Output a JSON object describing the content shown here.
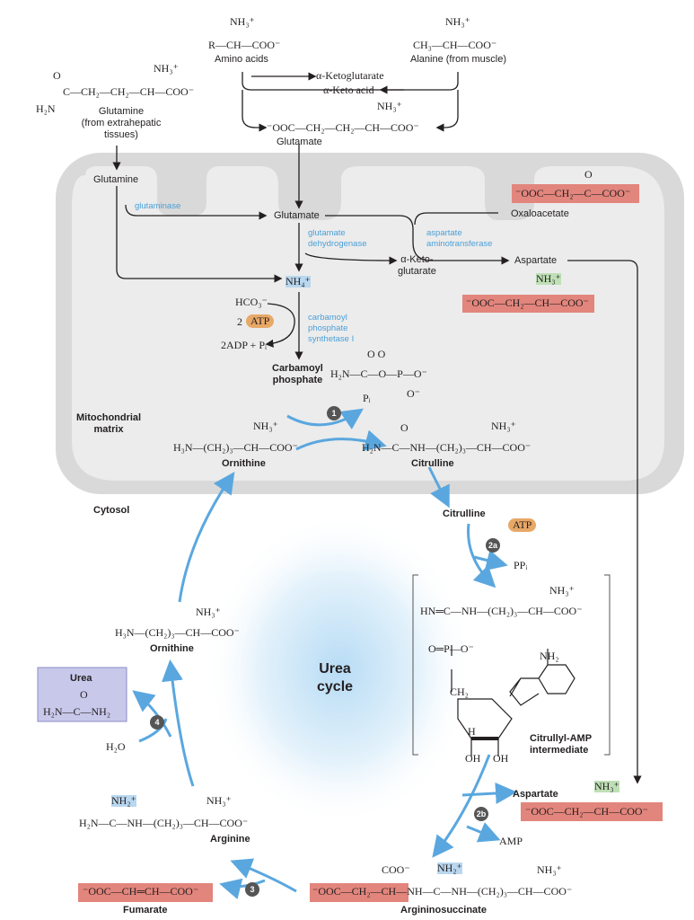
{
  "top": {
    "amino_acids_struct": "R—CH—COO⁻",
    "amino_acids_nh3": "NH₃⁺",
    "amino_acids_label": "Amino acids",
    "alanine_struct": "CH₃—CH—COO⁻",
    "alanine_nh3": "NH₃⁺",
    "alanine_label": "Alanine (from muscle)",
    "akg": "α-Ketoglutarate",
    "akacid": "α-Keto acid",
    "glutamate_struct": "⁻OOC—CH₂—CH₂—CH—COO⁻",
    "glutamate_nh3": "NH₃⁺",
    "glutamate_label": "Glutamate",
    "glutamine_struct": "C—CH₂—CH₂—CH—COO⁻",
    "glutamine_o": "O",
    "glutamine_h2n": "H₂N",
    "glutamine_nh3": "NH₃⁺",
    "glutamine_label": "Glutamine\n(from extrahepatic\ntissues)"
  },
  "mito": {
    "glutamine": "Glutamine",
    "glutaminase": "glutaminase",
    "glutamate": "Glutamate",
    "gdh": "glutamate\ndehydrogenase",
    "aat": "aspartate\naminotransferase",
    "akg": "α-Keto-\nglutarate",
    "oaa_struct": "⁻OOC—CH₂—C—COO⁻",
    "oaa_o": "O",
    "oaa_label": "Oxaloacetate",
    "aspartate": "Aspartate",
    "asp_struct": "⁻OOC—CH₂—CH—COO⁻",
    "asp_nh3": "NH₃⁺",
    "nh4": "NH₄⁺",
    "hco3": "HCO₃⁻",
    "atp2": "2",
    "atp": "ATP",
    "adp": "2ADP + Pᵢ",
    "cps": "carbamoyl\nphosphate\nsynthetase I",
    "cp_label": "Carbamoyl\nphosphate",
    "cp_struct": "H₂N—C—O—P—O⁻",
    "cp_o_top": "O      O",
    "cp_o_bot": "O⁻",
    "pi": "Pᵢ",
    "matrix": "Mitochondrial\nmatrix",
    "orn_struct": "H₃N—(CH₂)₃—CH—COO⁻",
    "orn_nh3": "NH₃⁺",
    "orn_label": "Ornithine",
    "cit_struct": "H₂N—C—NH—(CH₂)₃—CH—COO⁻",
    "cit_o": "O",
    "cit_nh3": "NH₃⁺",
    "cit_label": "Citrulline"
  },
  "cyto": {
    "cytosol": "Cytosol",
    "citrulline": "Citrulline",
    "atp": "ATP",
    "ppi": "PPᵢ",
    "cam_line": "HN═C—NH—(CH₂)₃—CH—COO⁻",
    "cam_nh3": "NH₃⁺",
    "cam_p": "O═P—O⁻",
    "cam_ch2": "CH₂",
    "cam_nh2": "NH₂",
    "cam_label": "Citrullyl-AMP\nintermediate",
    "urea_cycle": "Urea\ncycle",
    "orn_struct": "H₃N—(CH₂)₃—CH—COO⁻",
    "orn_nh3": "NH₃⁺",
    "orn_label": "Ornithine",
    "urea_title": "Urea",
    "urea_struct": "H₂N—C—NH₂",
    "urea_o": "O",
    "h2o": "H₂O",
    "arg_struct": "H₂N—C—NH—(CH₂)₃—CH—COO⁻",
    "arg_nh2": "NH₂⁺",
    "arg_nh3": "NH₃⁺",
    "arg_label": "Arginine",
    "fumarate_struct": "⁻OOC—CH═CH—COO⁻",
    "fumarate_label": "Fumarate",
    "aspartate": "Aspartate",
    "asp_struct": "⁻OOC—CH₂—CH—COO⁻",
    "asp_nh3": "NH₃⁺",
    "amp": "AMP",
    "as_struct": "⁻OOC—CH₂—CH—NH—C—NH—(CH₂)₃—CH—COO⁻",
    "as_coo": "COO⁻",
    "as_nh2": "NH₂⁺",
    "as_nh3": "NH₃⁺",
    "as_label": "Argininosuccinate",
    "oh": "OH",
    "h": "H"
  },
  "steps": {
    "s1": "1",
    "s2a": "2a",
    "s2b": "2b",
    "s3": "3",
    "s4": "4"
  },
  "colors": {
    "arrow_blue": "#5aa7df",
    "red_box": "#e2857c",
    "mito_gray": "#d9d9d9"
  }
}
